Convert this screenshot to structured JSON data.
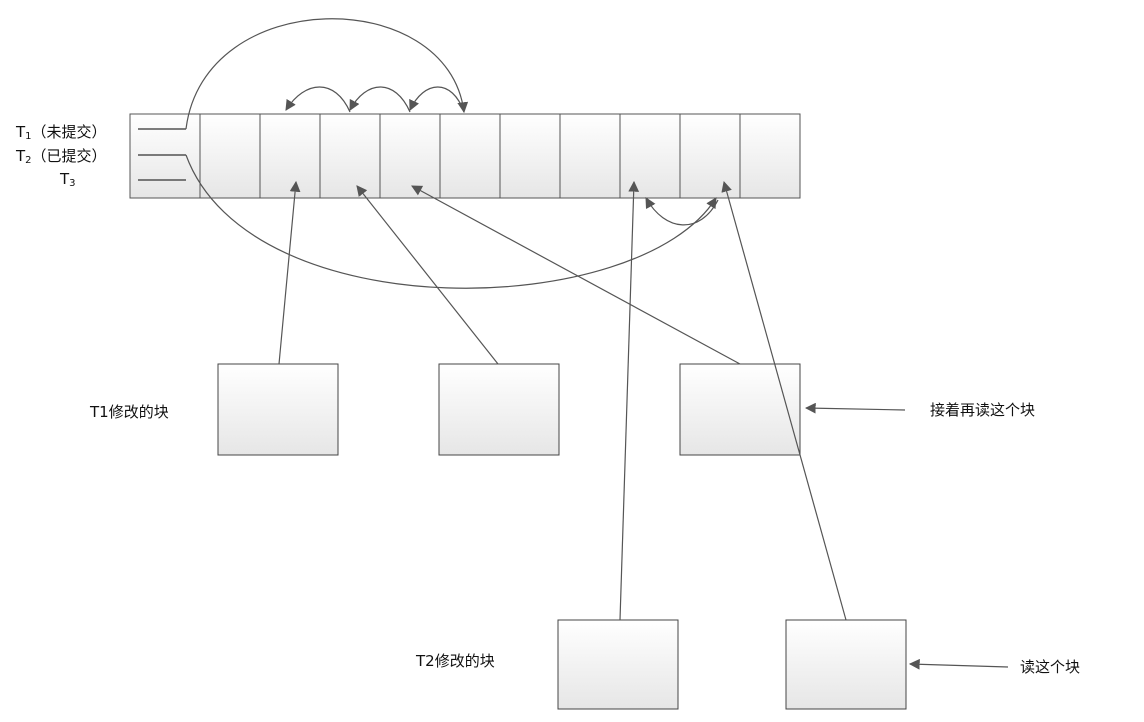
{
  "diagram": {
    "transactions": {
      "t1": {
        "prefix": "T",
        "sub": "1",
        "status": "（未提交）"
      },
      "t2": {
        "prefix": "T",
        "sub": "2",
        "status": "（已提交）"
      },
      "t3": {
        "prefix": "T",
        "sub": "3"
      }
    },
    "block_labels": {
      "t1_modified": "T1修改的块",
      "t2_modified": "T2修改的块",
      "read_again": "接着再读这个块",
      "read_this": "读这个块"
    },
    "colors": {
      "stroke": "#444444",
      "box_top": "#ffffff",
      "box_bottom": "#e7e7e7",
      "arrow": "#555555"
    }
  }
}
